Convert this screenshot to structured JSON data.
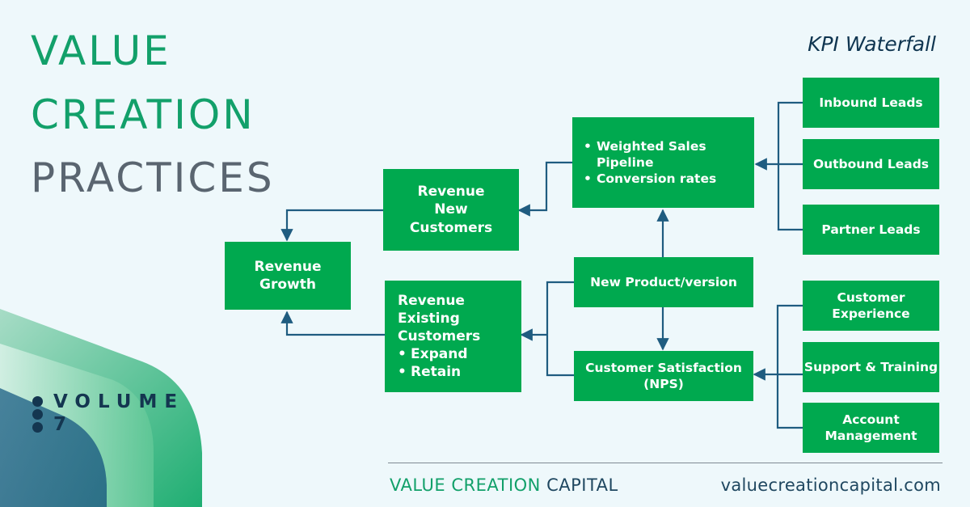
{
  "title": {
    "line1": "VALUE",
    "line2": "CREATION",
    "line3": "PRACTICES"
  },
  "subtitle": "KPI Waterfall",
  "volume": {
    "word": "VOLUME",
    "number": "7"
  },
  "boxes": {
    "revenue_growth": "Revenue\nGrowth",
    "revenue_new_customers": "Revenue\nNew\nCustomers",
    "revenue_existing": {
      "title": "Revenue\nExisting\nCustomers",
      "bullets": [
        "Expand",
        "Retain"
      ]
    },
    "weighted_sales": {
      "bullets": [
        "Weighted Sales Pipeline",
        "Conversion rates"
      ]
    },
    "new_product": "New Product/version",
    "customer_satisfaction": "Customer Satisfaction\n(NPS)",
    "inbound_leads": "Inbound Leads",
    "outbound_leads": "Outbound Leads",
    "partner_leads": "Partner Leads",
    "customer_experience": "Customer\nExperience",
    "support_training": "Support & Training",
    "account_management": "Account\nManagement"
  },
  "footer": {
    "brand_part1": "VALUE CREATION",
    "brand_part2": "CAPITAL",
    "url": "valuecreationcapital.com"
  },
  "colors": {
    "box_green": "#00a94f",
    "title_green": "#12a06a",
    "title_gray": "#5a6570",
    "navy": "#143650",
    "connector": "#1f5c80",
    "background": "#eef8fb"
  }
}
